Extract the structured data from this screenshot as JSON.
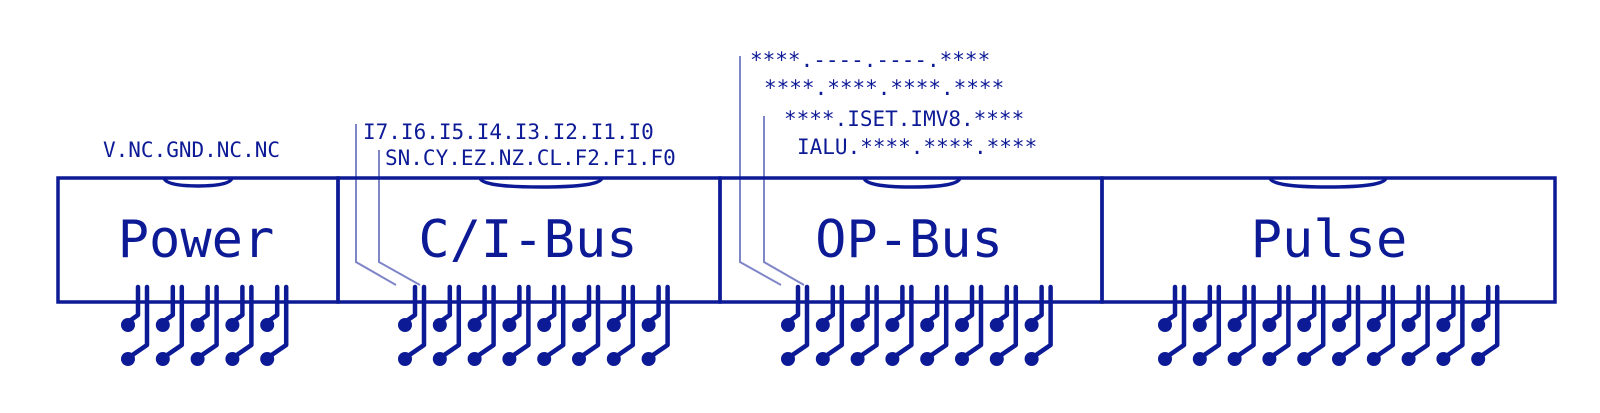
{
  "colors": {
    "stroke": "#0d1a96",
    "leader": "#7f86c8",
    "background": "#ffffff"
  },
  "connectors": [
    {
      "label": "Power"
    },
    {
      "label": "C/I-Bus"
    },
    {
      "label": "OP-Bus"
    },
    {
      "label": "Pulse"
    }
  ],
  "pin_labels": {
    "power": [
      "V.NC.GND.NC.NC"
    ],
    "ci_bus": [
      "I7.I6.I5.I4.I3.I2.I1.I0",
      "SN.CY.EZ.NZ.CL.F2.F1.F0"
    ],
    "op_bus": [
      "****.----.----.****",
      "****.****.****.****",
      "****.ISET.IMV8.****",
      "IALU.****.****.****"
    ]
  }
}
